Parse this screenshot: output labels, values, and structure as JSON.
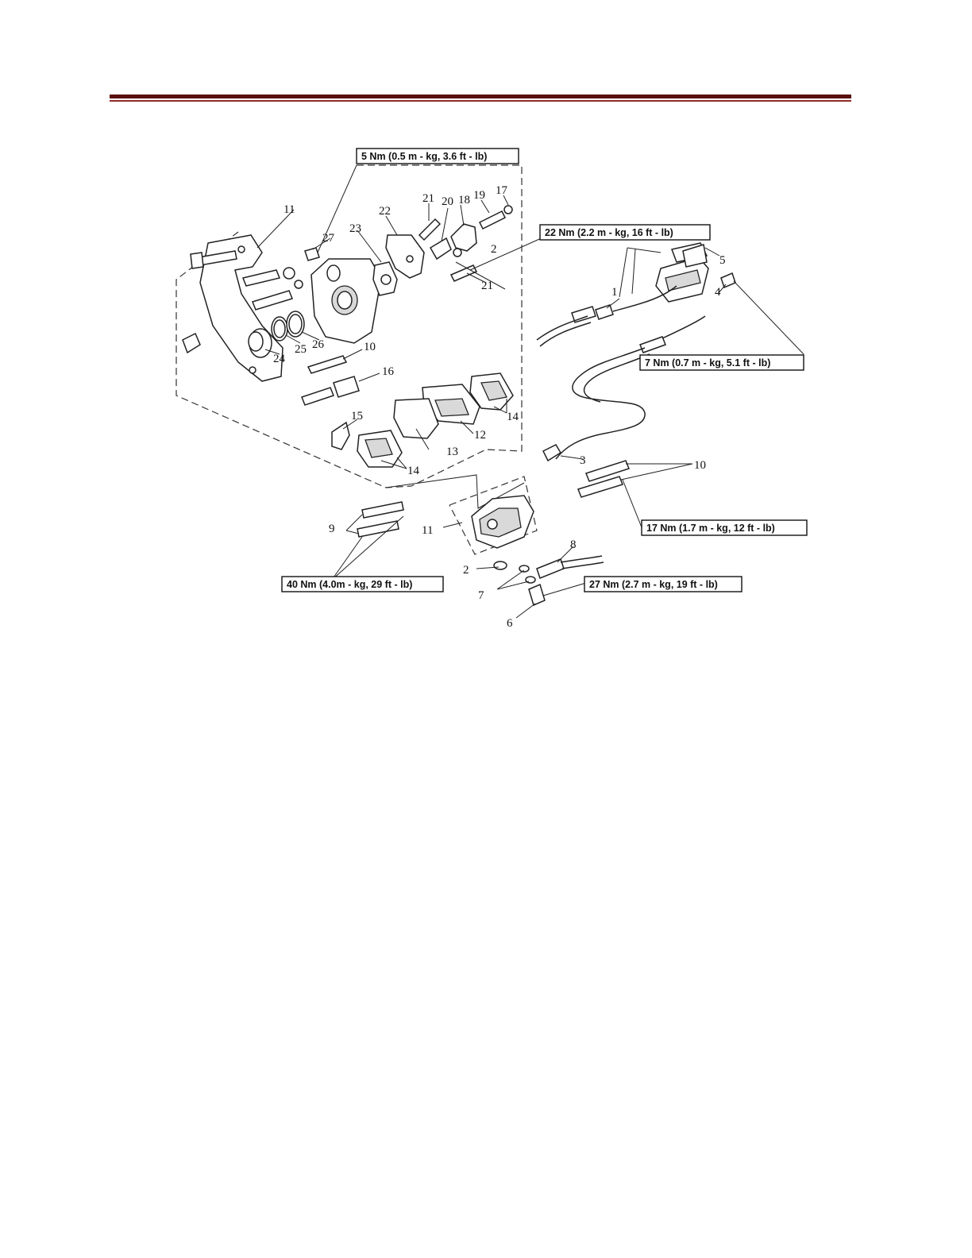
{
  "torque_specs": {
    "t1": "5 Nm (0.5 m - kg, 3.6 ft - lb)",
    "t2": "22 Nm (2.2 m - kg, 16 ft - lb)",
    "t3": "7 Nm (0.7 m - kg, 5.1 ft - lb)",
    "t4": "17 Nm (1.7 m - kg, 12 ft - lb)",
    "t5": "40 Nm (4.0m - kg, 29 ft - lb)",
    "t6": "27 Nm (2.7 m - kg, 19 ft - lb)"
  },
  "callouts": {
    "c1": "1",
    "c2a": "2",
    "c2b": "2",
    "c3": "3",
    "c4": "4",
    "c5": "5",
    "c6": "6",
    "c7": "7",
    "c8": "8",
    "c9": "9",
    "c10a": "10",
    "c10b": "10",
    "c11a": "11",
    "c11b": "11",
    "c12": "12",
    "c13": "13",
    "c14a": "14",
    "c14b": "14",
    "c15": "15",
    "c16": "16",
    "c17": "17",
    "c18": "18",
    "c19": "19",
    "c20": "20",
    "c21a": "21",
    "c21b": "21",
    "c22": "22",
    "c23": "23",
    "c24": "24",
    "c25": "25",
    "c26": "26",
    "c27": "27"
  }
}
